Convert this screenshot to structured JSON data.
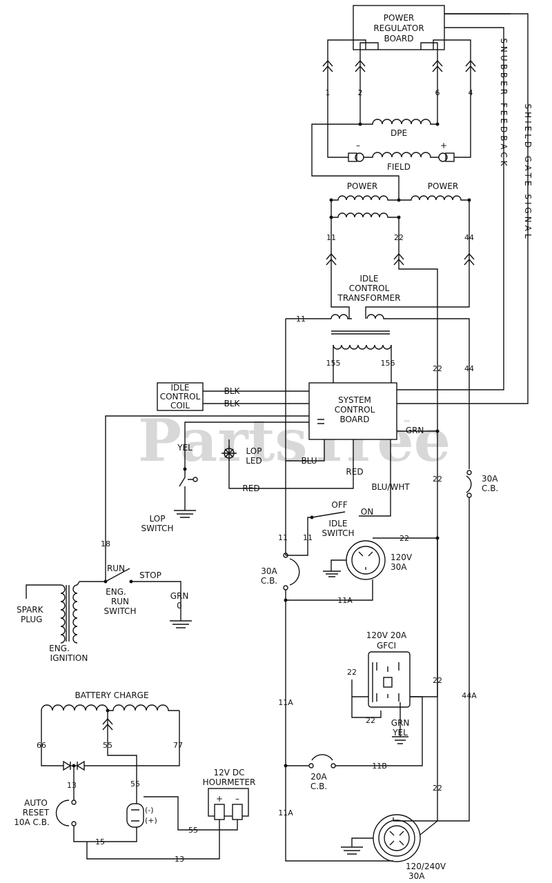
{
  "watermark": "PartsTree",
  "trademark": "™",
  "power_regulator_board": [
    "POWER",
    "REGULATOR",
    "BOARD"
  ],
  "wires_top": {
    "w1": "1",
    "w2": "2",
    "w6": "6",
    "w4": "4"
  },
  "dpe": "DPE",
  "field": "FIELD",
  "field_minus": "–",
  "field_plus": "+",
  "snubber_feedback": "SNUBBER FEEDBACK",
  "shield_gate_signal": "SHIELD GATE SIGNAL",
  "power_left": "POWER",
  "power_right": "POWER",
  "wires_mid": {
    "w11": "11",
    "w22": "22",
    "w44": "44"
  },
  "idle_control_transformer": [
    "IDLE",
    "CONTROL",
    "TRANSFORMER"
  ],
  "wire_11_top": "11",
  "wire_155": "155",
  "wire_156": "156",
  "idle_control_coil": [
    "IDLE",
    "CONTROL",
    "COIL"
  ],
  "blk1": "BLK",
  "blk2": "BLK",
  "system_control_board": [
    "SYSTEM",
    "CONTROL",
    "BOARD"
  ],
  "grn_board": "GRN",
  "yel": "YEL",
  "lop_led": [
    "LOP",
    "LED"
  ],
  "blu": "BLU",
  "red_right": "RED",
  "red_bottom": "RED",
  "blu_wht": "BLU/WHT",
  "lop_switch": [
    "LOP",
    "SWITCH"
  ],
  "off": "OFF",
  "on": "ON",
  "idle_switch": [
    "IDLE",
    "SWITCH"
  ],
  "wire_11_left": "11",
  "wire_11_mid": "11",
  "cb30_right": [
    "30A",
    "C.B."
  ],
  "cb30_left": [
    "30A",
    "C.B."
  ],
  "wire_22_a": "22",
  "wire_44_a": "44",
  "wire_22_b": "22",
  "wire_22_c": "22",
  "outlet_120_30": [
    "120V",
    "30A"
  ],
  "wire_11a_a": "11A",
  "wire_18": "18",
  "run": "RUN",
  "stop": "STOP",
  "eng_run_switch": [
    "ENG.",
    "RUN",
    "SWITCH"
  ],
  "grn_0": [
    "GRN",
    "0"
  ],
  "spark_plug": [
    "SPARK",
    "PLUG"
  ],
  "eng_ignition": [
    "ENG.",
    "IGNITION"
  ],
  "gfci": [
    "120V 20A",
    "GFCI"
  ],
  "wire_22_gfci_a": "22",
  "wire_22_gfci_b": "22",
  "grn_yel": [
    "GRN",
    "YEL"
  ],
  "wire_22_d": "22",
  "wire_44a": "44A",
  "wire_11a_b": "11A",
  "battery_charge": "BATTERY CHARGE",
  "wire_66": "66",
  "wire_55_a": "55",
  "wire_77": "77",
  "wire_13_a": "13",
  "wire_55_b": "55",
  "auto_reset": [
    "AUTO",
    "RESET",
    "10A C.B."
  ],
  "hourmeter": [
    "12V DC",
    "HOURMETER"
  ],
  "hour_minus": "(-)",
  "hour_plus": "(+)",
  "wire_15": "15",
  "wire_55_c": "55",
  "wire_13_b": "13",
  "cb20": [
    "20A",
    "C.B."
  ],
  "wire_11b": "11B",
  "wire_22_e": "22",
  "wire_11a_c": "11A",
  "outlet_120_240": [
    "120/240V",
    "30A"
  ]
}
